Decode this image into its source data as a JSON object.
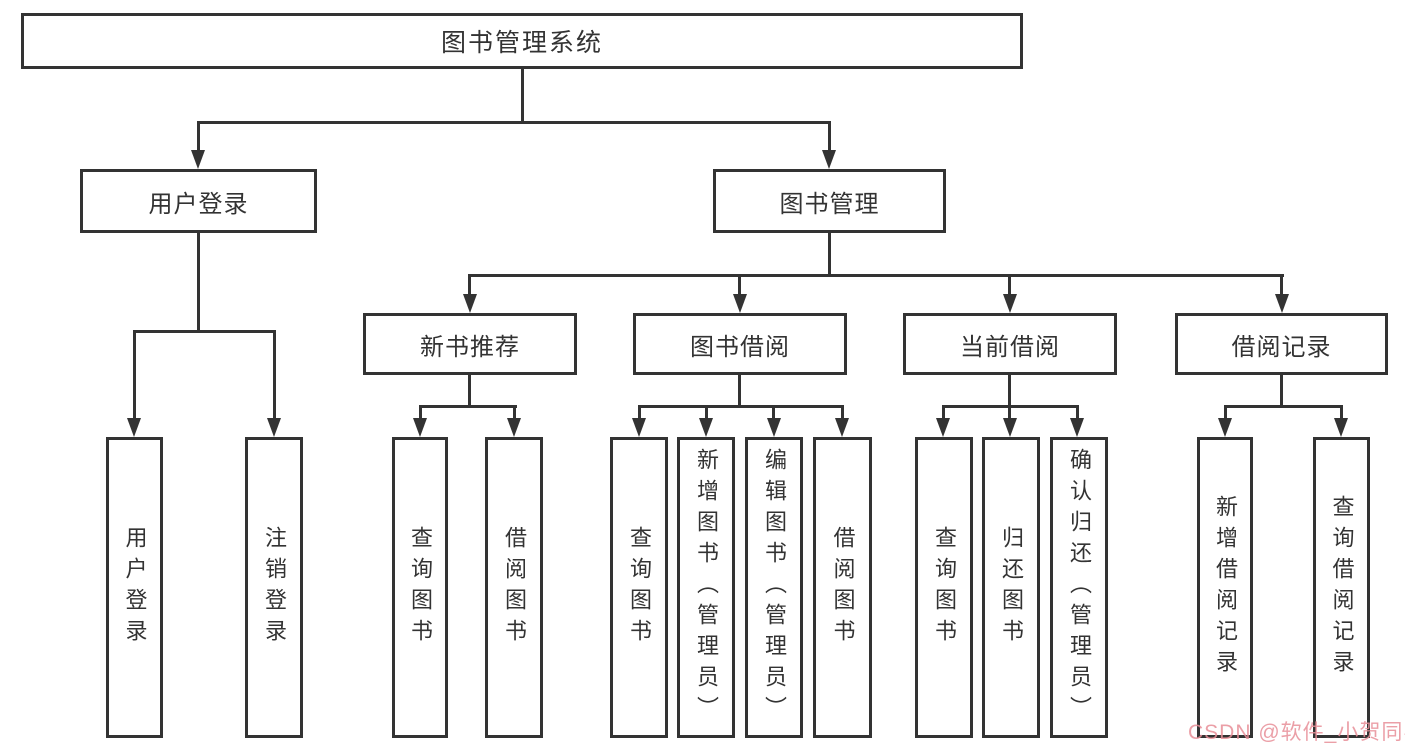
{
  "diagram": {
    "title": "图书管理系统",
    "colors": {
      "line": "#333333",
      "text": "#333333",
      "background": "#ffffff",
      "watermark": "#e78e98"
    }
  },
  "root": {
    "label": "图书管理系统"
  },
  "level1": [
    {
      "id": "user-login",
      "label": "用户登录"
    },
    {
      "id": "book-management",
      "label": "图书管理"
    }
  ],
  "level2": [
    {
      "id": "new-book-recommend",
      "label": "新书推荐"
    },
    {
      "id": "book-borrowing",
      "label": "图书借阅"
    },
    {
      "id": "current-borrowing",
      "label": "当前借阅"
    },
    {
      "id": "borrowing-records",
      "label": "借阅记录"
    }
  ],
  "leaves": [
    {
      "parent": "用户登录",
      "label": "用户登录"
    },
    {
      "parent": "用户登录",
      "label": "注销登录"
    },
    {
      "parent": "新书推荐",
      "label": "查询图书"
    },
    {
      "parent": "新书推荐",
      "label": "借阅图书"
    },
    {
      "parent": "图书借阅",
      "label": "查询图书"
    },
    {
      "parent": "图书借阅",
      "label": "新增图书（管理员）"
    },
    {
      "parent": "图书借阅",
      "label": "编辑图书（管理员）"
    },
    {
      "parent": "图书借阅",
      "label": "借阅图书"
    },
    {
      "parent": "当前借阅",
      "label": "查询图书"
    },
    {
      "parent": "当前借阅",
      "label": "归还图书"
    },
    {
      "parent": "当前借阅",
      "label": "确认归还（管理员）"
    },
    {
      "parent": "借阅记录",
      "label": "新增借阅记录"
    },
    {
      "parent": "借阅记录",
      "label": "查询借阅记录"
    }
  ],
  "watermark": {
    "text": "CSDN @软件_小贺同学"
  }
}
